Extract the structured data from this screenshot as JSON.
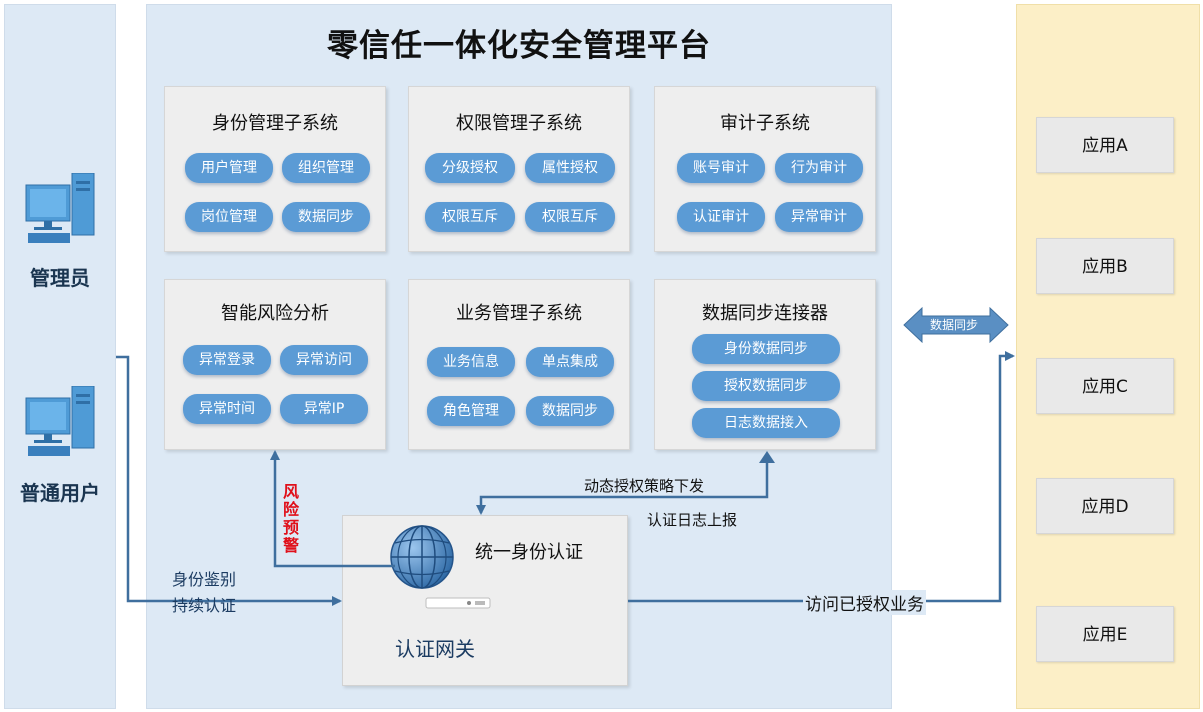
{
  "title": "零信任一体化安全管理平台",
  "users": [
    {
      "label": "管理员",
      "icon": "computer-icon"
    },
    {
      "label": "普通用户",
      "icon": "computer-icon"
    }
  ],
  "subsystems": [
    {
      "title": "身份管理子系统",
      "items": [
        "用户管理",
        "组织管理",
        "岗位管理",
        "数据同步"
      ]
    },
    {
      "title": "权限管理子系统",
      "items": [
        "分级授权",
        "属性授权",
        "权限互斥",
        "权限互斥"
      ]
    },
    {
      "title": "审计子系统",
      "items": [
        "账号审计",
        "行为审计",
        "认证审计",
        "异常审计"
      ]
    },
    {
      "title": "智能风险分析",
      "items": [
        "异常登录",
        "异常访问",
        "异常时间",
        "异常IP"
      ]
    },
    {
      "title": "业务管理子系统",
      "items": [
        "业务信息",
        "单点集成",
        "角色管理",
        "数据同步"
      ]
    },
    {
      "title": "数据同步连接器",
      "items": [
        "身份数据同步",
        "授权数据同步",
        "日志数据接入"
      ]
    }
  ],
  "gateway": {
    "title": "统一身份认证",
    "name": "认证网关",
    "globe_icon": "globe-icon"
  },
  "flows": {
    "policy_down": "动态授权策略下发",
    "log_up": "认证日志上报",
    "risk_warning": "风险预警",
    "identity_check_1": "身份鉴别",
    "identity_check_2": "持续认证",
    "access": "访问已授权业务",
    "data_sync": "数据同步"
  },
  "apps": [
    "应用A",
    "应用B",
    "应用C",
    "应用D",
    "应用E"
  ],
  "colors": {
    "pill": "#5b9bd5",
    "arrow": "#3f6f9e",
    "risk": "#e0101a",
    "panel_blue": "#dde9f5",
    "panel_yellow": "#fcefc7"
  }
}
